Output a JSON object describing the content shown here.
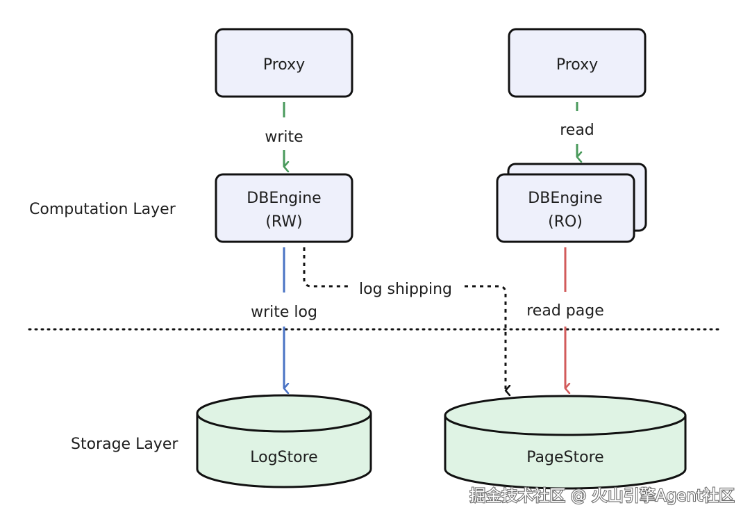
{
  "layers": {
    "computation": "Computation Layer",
    "storage": "Storage Layer"
  },
  "nodes": {
    "proxy_left": "Proxy",
    "proxy_right": "Proxy",
    "engine_rw_name": "DBEngine",
    "engine_rw_mode": "(RW)",
    "engine_ro_name": "DBEngine",
    "engine_ro_mode": "(RO)",
    "logstore": "LogStore",
    "pagestore": "PageStore"
  },
  "edges": {
    "write": "write",
    "read": "read",
    "write_log": "write log",
    "log_shipping": "log shipping",
    "read_page": "read page"
  },
  "colors": {
    "box_fill": "#eef0fb",
    "store_fill": "#dff3e4",
    "write_arrow": "#4a9a5c",
    "read_arrow": "#4a9a5c",
    "write_log_arrow": "#4a73c4",
    "read_page_arrow": "#d25b5b",
    "log_shipping_arrow": "#111111",
    "outline": "#111111"
  },
  "watermark": "掘金技术社区 @ 火山引擎Agent社区"
}
